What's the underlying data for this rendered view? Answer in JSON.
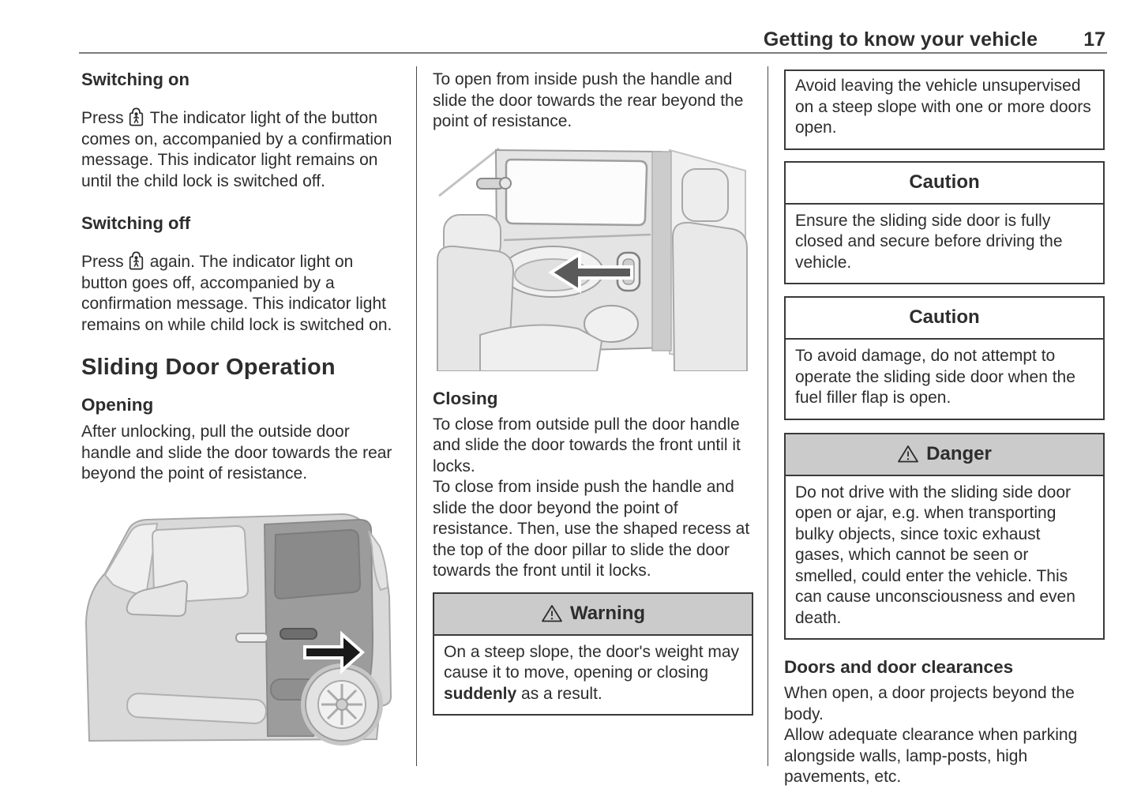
{
  "header": {
    "title": "Getting to know your vehicle",
    "page_number": "17"
  },
  "left": {
    "switching_on": {
      "heading": "Switching on",
      "press": "Press",
      "text": "The indicator light of the button comes on, accompanied by a confirmation message. This indicator light remains on until the child lock is switched off."
    },
    "switching_off": {
      "heading": "Switching off",
      "press": "Press",
      "text": "again. The indicator light on button goes off, accompanied by a confirmation message. This indicator light remains on while child lock is switched on."
    },
    "sliding_heading": "Sliding Door Operation",
    "opening": {
      "heading": "Opening",
      "text": "After unlocking, pull the outside door handle and slide the door towards the rear beyond the point of resistance."
    }
  },
  "middle": {
    "open_inside_text": "To open from inside push the handle and slide the door towards the rear beyond the point of resistance.",
    "closing": {
      "heading": "Closing",
      "text_1": "To close from outside pull the door handle and slide the door towards the front until it locks.",
      "text_2": "To close from inside push the handle and slide the door beyond the point of resistance. Then, use the shaped recess at the top of the door pillar to slide the door towards the front until it locks."
    },
    "warning": {
      "title": "Warning",
      "body_1": "On a steep slope, the door's weight may cause it to move, opening or closing ",
      "body_bold": "suddenly",
      "body_2": " as a result."
    }
  },
  "right": {
    "note_text": "Avoid leaving the vehicle unsupervised on a steep slope with one or more doors open.",
    "caution_1": {
      "title": "Caution",
      "body": "Ensure the sliding side door is fully closed and secure before driving the vehicle."
    },
    "caution_2": {
      "title": "Caution",
      "body": "To avoid damage, do not attempt to operate the sliding side door when the fuel filler flap is open."
    },
    "danger": {
      "title": "Danger",
      "body": "Do not drive with the sliding side door open or ajar, e.g. when transporting bulky objects, since toxic exhaust gases, which cannot be seen or smelled, could enter the vehicle. This can cause unconsciousness and even death."
    },
    "clearances": {
      "heading": "Doors and door clearances",
      "text_1": "When open, a door projects beyond the body.",
      "text_2": "Allow adequate clearance when parking alongside walls, lamp-posts, high pavements, etc."
    }
  },
  "icons": {
    "child_lock": "child-lock-icon",
    "warning_triangle": "warning-triangle-icon",
    "slide_arrow": "slide-direction-arrow-icon"
  },
  "colors": {
    "text": "#2d2d2d",
    "box_border": "#3a3a3a",
    "box_header_gray": "#cbcbcb",
    "header_rule": "#7d7d7d",
    "illustration_light": "#d9d9d9",
    "illustration_dark": "#9c9c9c"
  }
}
